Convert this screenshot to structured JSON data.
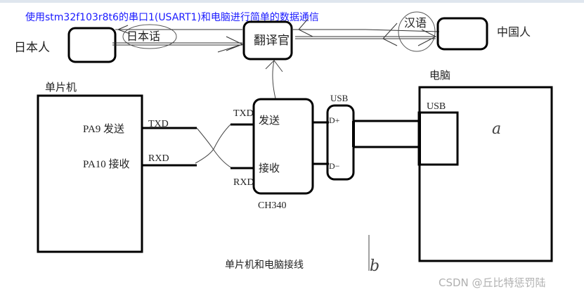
{
  "title": "使用stm32f103r8t6的串口1(USART1)和电脑进行简单的数据通信",
  "analogy": {
    "left_person": "日本人",
    "left_language": "日本话",
    "translator": "翻译官",
    "right_language": "汉语",
    "right_person": "中国人"
  },
  "mcu": {
    "label": "单片机",
    "pin_tx": "PA9 发送",
    "pin_rx": "PA10 接收",
    "tx_line": "TXD",
    "rx_line": "RXD"
  },
  "ch340": {
    "label": "CH340",
    "send": "发送",
    "recv": "接收",
    "tx_line": "TXD",
    "rx_line": "RXD"
  },
  "usb_connector": {
    "label": "USB",
    "dplus": "D+",
    "dminus": "D−"
  },
  "pc": {
    "label": "电脑",
    "usb_port": "USB",
    "scribble_a": "a"
  },
  "caption": "单片机和电脑接线",
  "scribble_b": "b",
  "watermark": "CSDN @丘比特惩罚陆",
  "colors": {
    "title": "#1a1aff",
    "line": "#000000",
    "watermark": "#b0b0b0"
  }
}
